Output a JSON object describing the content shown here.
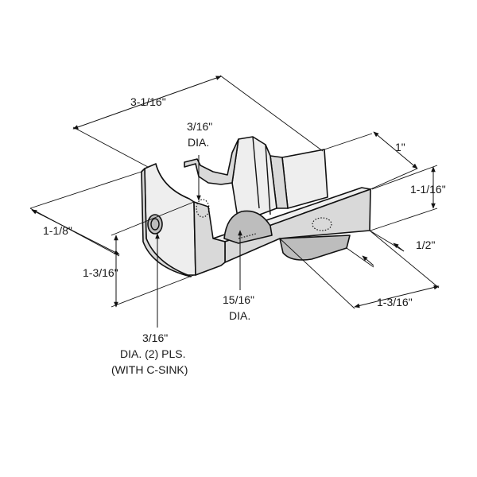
{
  "labels": {
    "overall_length": "3-1/16\"",
    "top_hole_size": "3/16\"",
    "top_hole_dia": "DIA.",
    "depth": "1\"",
    "right_height": "1-1/16\"",
    "left_height": "1-1/8\"",
    "front_height": "1-3/16\"",
    "ledge_width": "1/2\"",
    "bottom_length": "1-3/16\"",
    "bore_size": "15/16\"",
    "bore_dia": "DIA.",
    "side_hole_size": "3/16\"",
    "side_hole_desc": "DIA. (2) PLS.",
    "side_hole_note": "(WITH C-SINK)"
  },
  "colors": {
    "part_fill": "#d9d9d9",
    "line": "#111111"
  }
}
